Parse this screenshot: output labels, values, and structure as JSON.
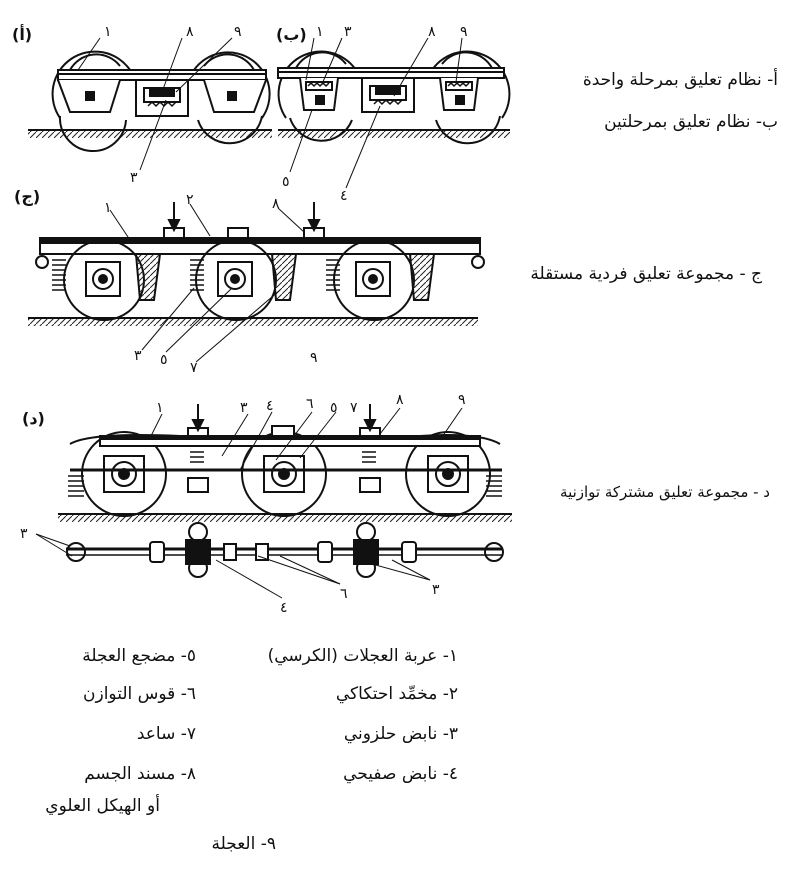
{
  "panels": {
    "a": {
      "tag": "(أ)",
      "numbers": [
        "١",
        "٨",
        "٩",
        "٣"
      ]
    },
    "b": {
      "tag": "(ب)",
      "numbers": [
        "١",
        "٣",
        "٨",
        "٩",
        "٥",
        "٤"
      ]
    },
    "c": {
      "tag": "(ج)",
      "numbers": [
        "١",
        "٢",
        "٨",
        "٣",
        "٥",
        "٧",
        "٩"
      ]
    },
    "d": {
      "tag": "(د)",
      "numbers": [
        "١",
        "٣",
        "٤",
        "٦",
        "٥",
        "٧",
        "٨",
        "٩",
        "٣",
        "٤",
        "٦",
        "٣"
      ]
    }
  },
  "captions": {
    "a": "أ- نظام تعليق بمرحلة واحدة",
    "b": "ب- نظام تعليق بمرحلتين",
    "c": "ج - مجموعة تعليق فردية مستقلة",
    "d": "د - مجموعة تعليق مشتركة توازنية"
  },
  "legend": {
    "item1": "١- عربة العجلات (الكرسي)",
    "item2": "٢- مخمِّد احتكاكي",
    "item3": "٣- نابض حلزوني",
    "item4": "٤- نابض صفيحي",
    "item5": "٥- مضجع العجلة",
    "item6": "٦- قوس التوازن",
    "item7": "٧- ساعد",
    "item8a": "٨- مسند الجسم",
    "item8b": "أو الهيكل العلوي",
    "item9": "٩- العجلة"
  }
}
